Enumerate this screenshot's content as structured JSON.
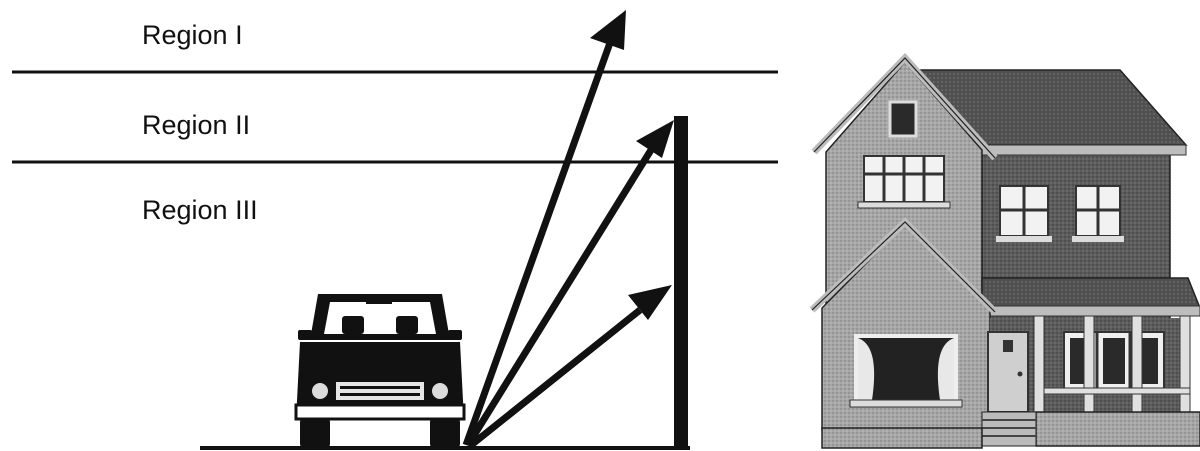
{
  "regions": {
    "region_1": "Region I",
    "region_2": "Region II",
    "region_3": "Region III"
  },
  "colors": {
    "ink": "#111111",
    "house_light": "#9a9a9a",
    "house_dark": "#555555",
    "roof": "#4a4a4a",
    "porch_door": "#cfcfcf"
  },
  "icons": [
    "car-icon",
    "house-icon"
  ]
}
